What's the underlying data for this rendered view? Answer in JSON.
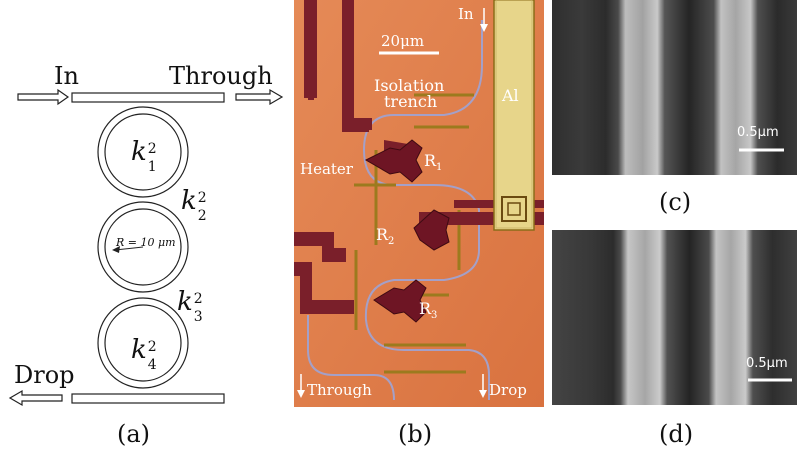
{
  "panel_a": {
    "label_in": "In",
    "label_through": "Through",
    "label_drop": "Drop",
    "k1": "k₁²",
    "k2": "k₂²",
    "k3": "k₃²",
    "k4": "k₄²",
    "k_base": "k",
    "sub1": "1",
    "sub2": "2",
    "sub3": "3",
    "sub4": "4",
    "sup": "2",
    "radius_label": "R = 10 μm",
    "caption": "(a)"
  },
  "panel_b": {
    "label_in": "In",
    "scale": "20μm",
    "isolation_line1": "Isolation",
    "isolation_line2": "trench",
    "al": "Al",
    "heater": "Heater",
    "r_base": "R",
    "r1_sub": "1",
    "r2_sub": "2",
    "r3_sub": "3",
    "through": "Through",
    "drop": "Drop",
    "caption": "(b)",
    "colors": {
      "substrate": "#e8834f",
      "metal": "#7a1f2a",
      "trench": "#9c7a1e",
      "aluminum": "#e7d58a",
      "waveguide": "#a4a0c8"
    }
  },
  "panel_c": {
    "scale": "0.5μm",
    "caption": "(c)"
  },
  "panel_d": {
    "scale": "0.5μm",
    "caption": "(d)"
  }
}
